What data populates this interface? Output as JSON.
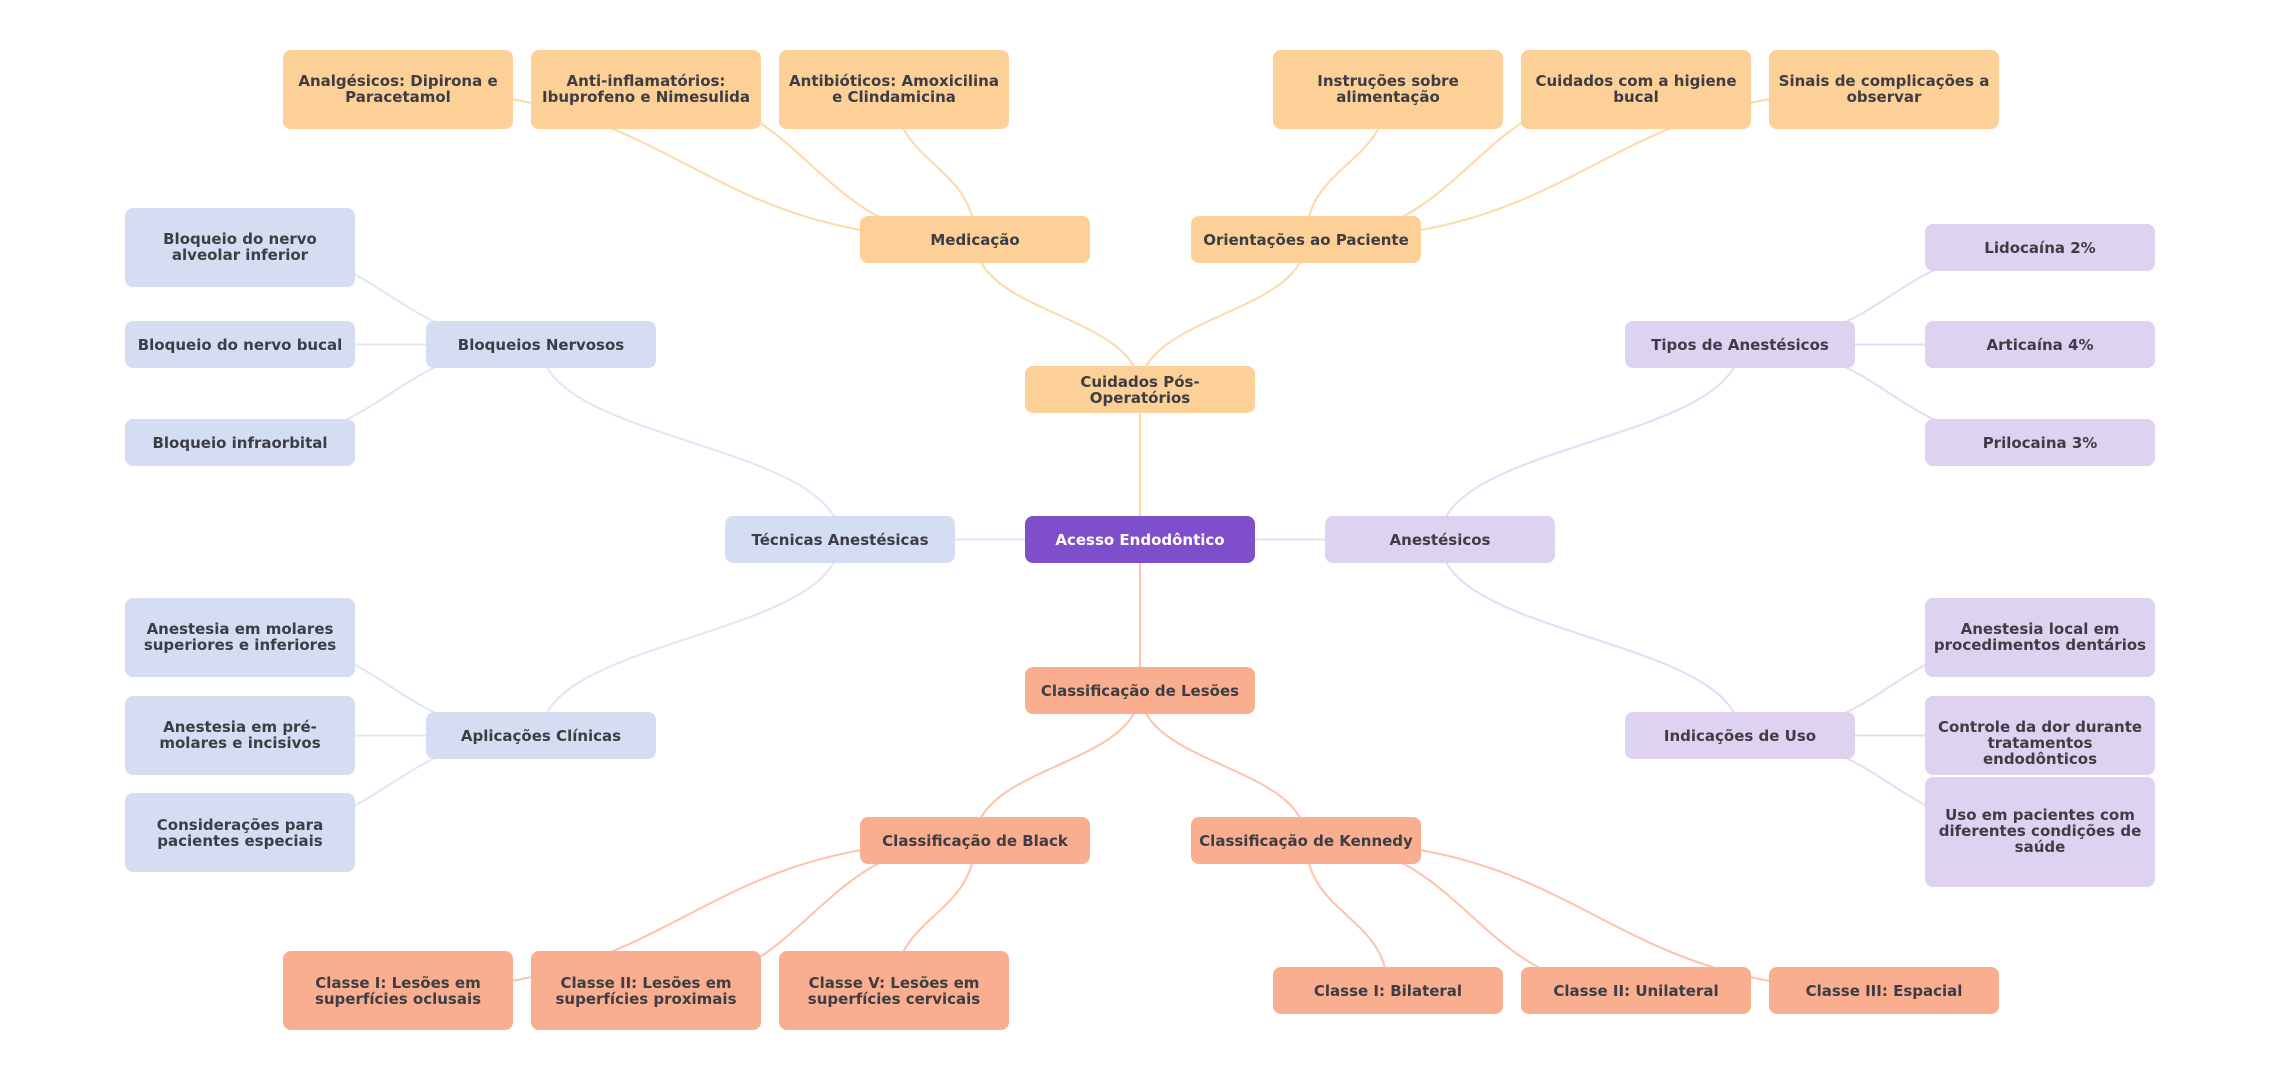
{
  "title": "Acesso Endodôntico",
  "colors": {
    "root": "#7f4fcb",
    "care": "#fcd096",
    "care_edge": "#fdd9a8",
    "technique": "#d5ddf2",
    "technique_edge": "#dfe6f6",
    "anesthetic": "#ddd3f1",
    "anesthetic_edge": "#e4dcf6",
    "lesion": "#f9ae8f",
    "lesion_edge": "#fbc3ab"
  },
  "nodes": [
    {
      "id": "root",
      "label": "Acesso Endodôntico",
      "group": "root"
    },
    {
      "id": "care",
      "label": "Cuidados Pós-Operatórios",
      "group": "care",
      "parent": "root"
    },
    {
      "id": "med",
      "label": "Medicação",
      "group": "care",
      "parent": "care"
    },
    {
      "id": "analg",
      "label": "Analgésicos: Dipirona e Paracetamol",
      "group": "care",
      "parent": "med"
    },
    {
      "id": "antiinf",
      "label": "Anti-inflamatórios: Ibuprofeno e Nimesulida",
      "group": "care",
      "parent": "med"
    },
    {
      "id": "antib",
      "label": "Antibióticos: Amoxicilina e Clindamicina",
      "group": "care",
      "parent": "med"
    },
    {
      "id": "orient",
      "label": "Orientações ao Paciente",
      "group": "care",
      "parent": "care"
    },
    {
      "id": "alim",
      "label": "Instruções sobre alimentação",
      "group": "care",
      "parent": "orient"
    },
    {
      "id": "hig",
      "label": "Cuidados com a higiene bucal",
      "group": "care",
      "parent": "orient"
    },
    {
      "id": "sinais",
      "label": "Sinais de complicações a observar",
      "group": "care",
      "parent": "orient"
    },
    {
      "id": "tec",
      "label": "Técnicas Anestésicas",
      "group": "technique",
      "parent": "root"
    },
    {
      "id": "bloq",
      "label": "Bloqueios Nervosos",
      "group": "technique",
      "parent": "tec"
    },
    {
      "id": "alv",
      "label": "Bloqueio do nervo alveolar inferior",
      "group": "technique",
      "parent": "bloq"
    },
    {
      "id": "buc",
      "label": "Bloqueio do nervo bucal",
      "group": "technique",
      "parent": "bloq"
    },
    {
      "id": "infra",
      "label": "Bloqueio infraorbital",
      "group": "technique",
      "parent": "bloq"
    },
    {
      "id": "apl",
      "label": "Aplicações Clínicas",
      "group": "technique",
      "parent": "tec"
    },
    {
      "id": "molares",
      "label": "Anestesia em molares superiores e inferiores",
      "group": "technique",
      "parent": "apl"
    },
    {
      "id": "premol",
      "label": "Anestesia em pré-molares e incisivos",
      "group": "technique",
      "parent": "apl"
    },
    {
      "id": "consid",
      "label": "Considerações para pacientes especiais",
      "group": "technique",
      "parent": "apl"
    },
    {
      "id": "anest",
      "label": "Anestésicos",
      "group": "anesthetic",
      "parent": "root"
    },
    {
      "id": "tipos",
      "label": "Tipos de Anestésicos",
      "group": "anesthetic",
      "parent": "anest"
    },
    {
      "id": "lido",
      "label": "Lidocaína 2%",
      "group": "anesthetic",
      "parent": "tipos"
    },
    {
      "id": "arti",
      "label": "Articaína 4%",
      "group": "anesthetic",
      "parent": "tipos"
    },
    {
      "id": "prilo",
      "label": "Prilocaina 3%",
      "group": "anesthetic",
      "parent": "tipos"
    },
    {
      "id": "indic",
      "label": "Indicações de Uso",
      "group": "anesthetic",
      "parent": "anest"
    },
    {
      "id": "local",
      "label": "Anestesia local em procedimentos dentários",
      "group": "anesthetic",
      "parent": "indic"
    },
    {
      "id": "dor",
      "label": "Controle da dor durante tratamentos endodônticos",
      "group": "anesthetic",
      "parent": "indic"
    },
    {
      "id": "uso",
      "label": "Uso em pacientes com diferentes condições de saúde",
      "group": "anesthetic",
      "parent": "indic"
    },
    {
      "id": "les",
      "label": "Classificação de Lesões",
      "group": "lesion",
      "parent": "root"
    },
    {
      "id": "black",
      "label": "Classificação de Black",
      "group": "lesion",
      "parent": "les"
    },
    {
      "id": "b1",
      "label": "Classe I: Lesões em superfícies oclusais",
      "group": "lesion",
      "parent": "black"
    },
    {
      "id": "b2",
      "label": "Classe II: Lesões em superfícies proximais",
      "group": "lesion",
      "parent": "black"
    },
    {
      "id": "b5",
      "label": "Classe V: Lesões em superfícies cervicais",
      "group": "lesion",
      "parent": "black"
    },
    {
      "id": "kenn",
      "label": "Classificação de Kennedy",
      "group": "lesion",
      "parent": "les"
    },
    {
      "id": "k1",
      "label": "Classe I: Bilateral",
      "group": "lesion",
      "parent": "kenn"
    },
    {
      "id": "k2",
      "label": "Classe II: Unilateral",
      "group": "lesion",
      "parent": "kenn"
    },
    {
      "id": "k3",
      "label": "Classe III: Espacial",
      "group": "lesion",
      "parent": "kenn"
    }
  ]
}
